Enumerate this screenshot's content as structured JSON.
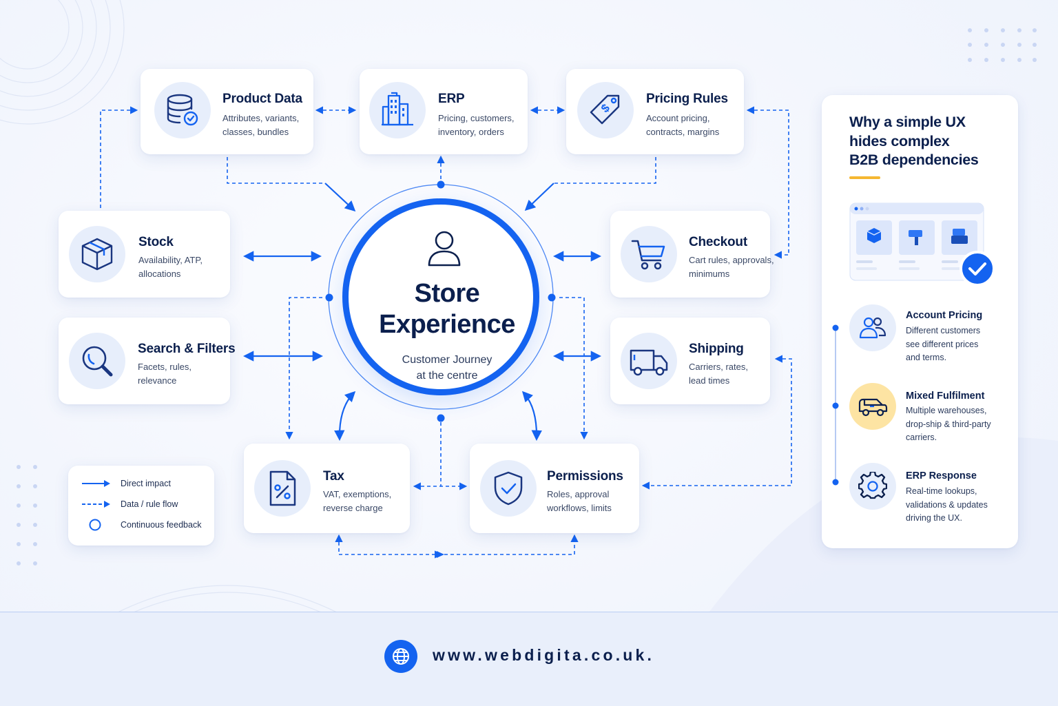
{
  "hub": {
    "title_line1": "Store",
    "title_line2": "Experience",
    "subtitle_line1": "Customer Journey",
    "subtitle_line2": "at the centre",
    "icon": "user-icon"
  },
  "nodes": {
    "product_data": {
      "title": "Product Data",
      "desc_line1": "Attributes, variants,",
      "desc_line2": "classes, bundles",
      "icon": "database-check-icon"
    },
    "erp": {
      "title": "ERP",
      "desc_line1": "Pricing, customers,",
      "desc_line2": "inventory, orders",
      "icon": "building-icon"
    },
    "pricing_rules": {
      "title": "Pricing Rules",
      "desc_line1": "Account pricing,",
      "desc_line2": "contracts, margins",
      "icon": "price-tag-icon"
    },
    "stock": {
      "title": "Stock",
      "desc_line1": "Availability, ATP,",
      "desc_line2": "allocations",
      "icon": "box-icon"
    },
    "search_filters": {
      "title": "Search & Filters",
      "desc_line1": "Facets, rules,",
      "desc_line2": "relevance",
      "icon": "search-icon"
    },
    "checkout": {
      "title": "Checkout",
      "desc_line1": "Cart rules, approvals,",
      "desc_line2": "minimums",
      "icon": "cart-icon"
    },
    "shipping": {
      "title": "Shipping",
      "desc_line1": "Carriers, rates,",
      "desc_line2": "lead times",
      "icon": "truck-icon"
    },
    "tax": {
      "title": "Tax",
      "desc_line1": "VAT, exemptions,",
      "desc_line2": "reverse charge",
      "icon": "percent-document-icon"
    },
    "permissions": {
      "title": "Permissions",
      "desc_line1": "Roles, approval",
      "desc_line2": "workflows, limits",
      "icon": "shield-check-icon"
    }
  },
  "legend": {
    "direct_impact": "Direct impact",
    "data_flow": "Data / rule flow",
    "feedback": "Continuous feedback"
  },
  "panel": {
    "heading_line1": "Why a simple UX",
    "heading_line2": "hides complex",
    "heading_line3": "B2B dependencies",
    "items": [
      {
        "title": "Account Pricing",
        "desc_line1": "Different customers",
        "desc_line2": "see different prices",
        "desc_line3": "and terms.",
        "icon": "users-icon"
      },
      {
        "title": "Mixed Fulfilment",
        "desc_line1": "Multiple warehouses,",
        "desc_line2": "drop-ship & third-party",
        "desc_line3": "carriers.",
        "icon": "van-icon"
      },
      {
        "title": "ERP Response",
        "desc_line1": "Real-time lookups,",
        "desc_line2": "validations & updates",
        "desc_line3": "driving the UX.",
        "icon": "gear-icon"
      }
    ]
  },
  "footer": {
    "url": "www.webdigita.co.uk.",
    "icon": "globe-icon"
  },
  "colors": {
    "primary": "#1463f0",
    "navy": "#0b1f4d",
    "icon_bg": "#e7eefb",
    "accent_yellow": "#f5b731"
  }
}
